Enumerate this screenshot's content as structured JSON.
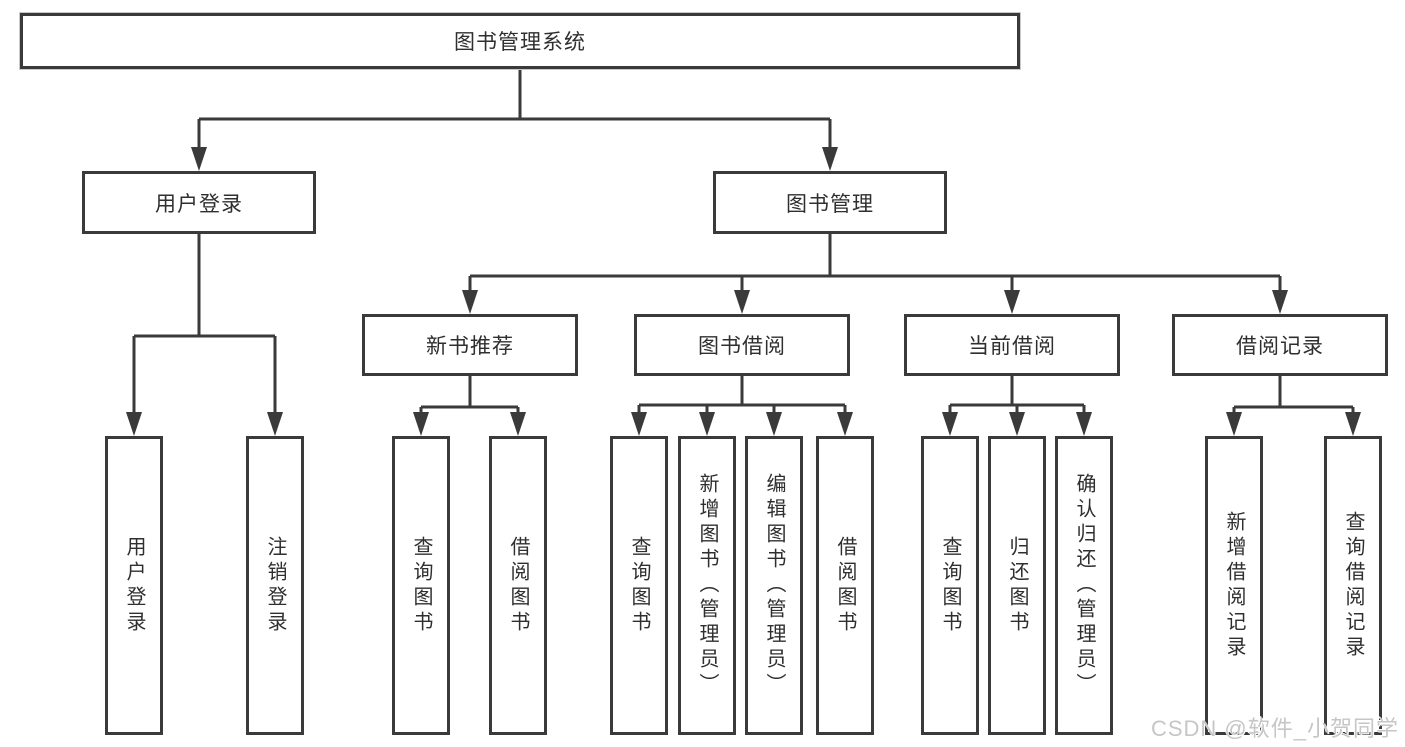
{
  "tree": {
    "root": {
      "label": "图书管理系统"
    },
    "level2": [
      {
        "label": "用户登录"
      },
      {
        "label": "图书管理"
      }
    ],
    "level3": [
      {
        "label": "新书推荐"
      },
      {
        "label": "图书借阅"
      },
      {
        "label": "当前借阅"
      },
      {
        "label": "借阅记录"
      }
    ],
    "leaves": {
      "user_login": [
        {
          "label": "用户登录"
        },
        {
          "label": "注销登录"
        }
      ],
      "new_book": [
        {
          "label": "查询图书"
        },
        {
          "label": "借阅图书"
        }
      ],
      "book_borrow": [
        {
          "label": "查询图书"
        },
        {
          "label": "新增图书（管理员）"
        },
        {
          "label": "编辑图书（管理员）"
        },
        {
          "label": "借阅图书"
        }
      ],
      "current_borrow": [
        {
          "label": "查询图书"
        },
        {
          "label": "归还图书"
        },
        {
          "label": "确认归还（管理员）"
        }
      ],
      "borrow_record": [
        {
          "label": "新增借阅记录"
        },
        {
          "label": "查询借阅记录"
        }
      ]
    },
    "colors": {
      "line": "#3a3a3a",
      "text": "#2f2f2f",
      "background": "#ffffff",
      "watermark": "#c6c6c6"
    }
  },
  "watermark": {
    "text": "CSDN @软件_小贺同学"
  }
}
